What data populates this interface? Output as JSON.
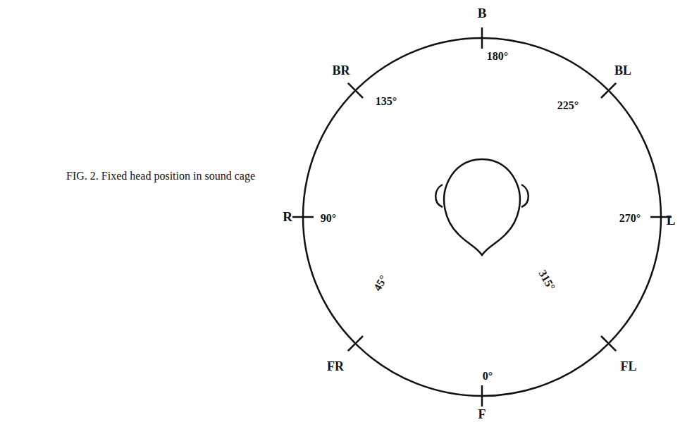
{
  "diagram": {
    "caption": "FIG. 2. Fixed head position in sound cage",
    "labels": [
      "B",
      "180°",
      "BR",
      "135°",
      "BL",
      "225°",
      "R",
      "90°",
      "270°",
      "L",
      "FR",
      "45°",
      "FL",
      "315°",
      "0°",
      "F"
    ]
  }
}
